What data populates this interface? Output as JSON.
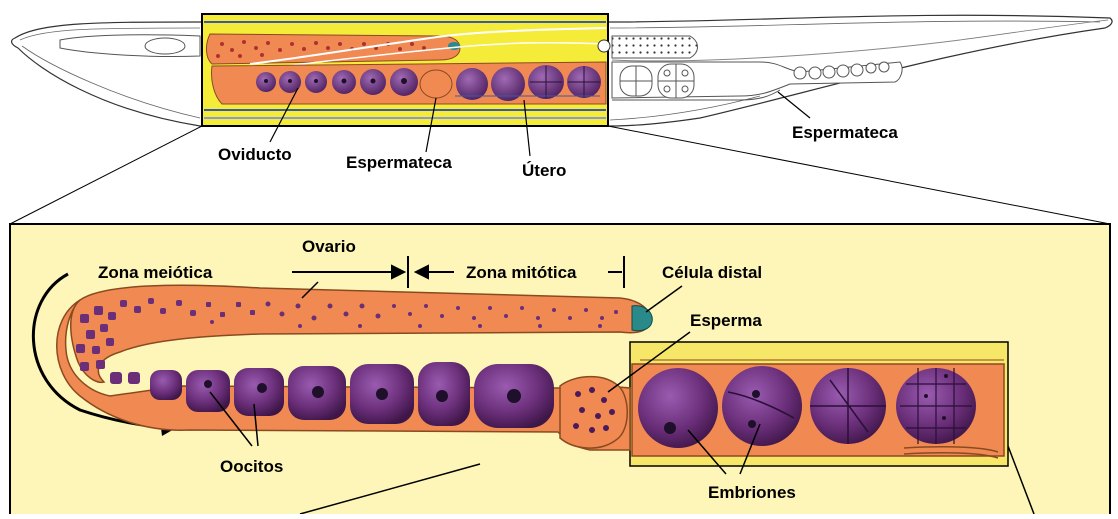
{
  "labels": {
    "oviducto": "Oviducto",
    "espermateca_top": "Espermateca",
    "utero": "Útero",
    "espermateca_right": "Espermateca",
    "zona_meiotica": "Zona meiótica",
    "ovario": "Ovario",
    "zona_mitotica": "Zona mitótica",
    "celula_distal": "Célula distal",
    "esperma": "Esperma",
    "oocitos": "Oocitos",
    "embriones": "Embriones"
  },
  "colors": {
    "panel_background": "#fdf6b8",
    "gonad_orange": "#f08a52",
    "cell_purple": "#6b2f7a",
    "nucleus": "#1e0f2a",
    "worm_yellow": "#f5ec3a",
    "distal_cell_teal": "#2a8a8a",
    "inset_yellow": "#f6e768",
    "membrane_blue": "#3a5aa8"
  }
}
